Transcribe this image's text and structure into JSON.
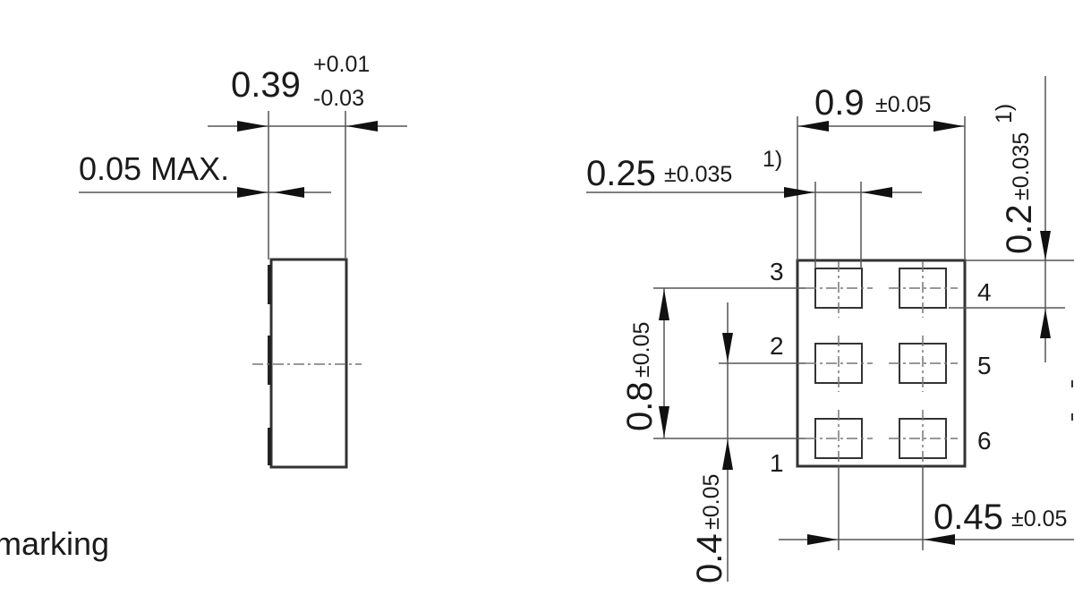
{
  "side_view": {
    "thickness": {
      "value": "0.39",
      "tol_plus": "+0.01",
      "tol_minus": "-0.03"
    },
    "standoff": {
      "value": "0.05 MAX."
    },
    "marking_label": "marking"
  },
  "top_view": {
    "width": {
      "value": "0.9",
      "tol": "±0.05"
    },
    "pad_width": {
      "value": "0.25",
      "tol": "±0.035",
      "note": "1)"
    },
    "pad_height": {
      "value": "0.2",
      "tol": "±0.035",
      "note": "1)"
    },
    "row_span": {
      "value": "0.8",
      "tol": "±0.05"
    },
    "row_pitch": {
      "value": "0.4",
      "tol": "±0.05"
    },
    "col_pitch": {
      "value": "0.45",
      "tol": "±0.05"
    },
    "pins": [
      "1",
      "2",
      "3",
      "4",
      "5",
      "6"
    ]
  }
}
